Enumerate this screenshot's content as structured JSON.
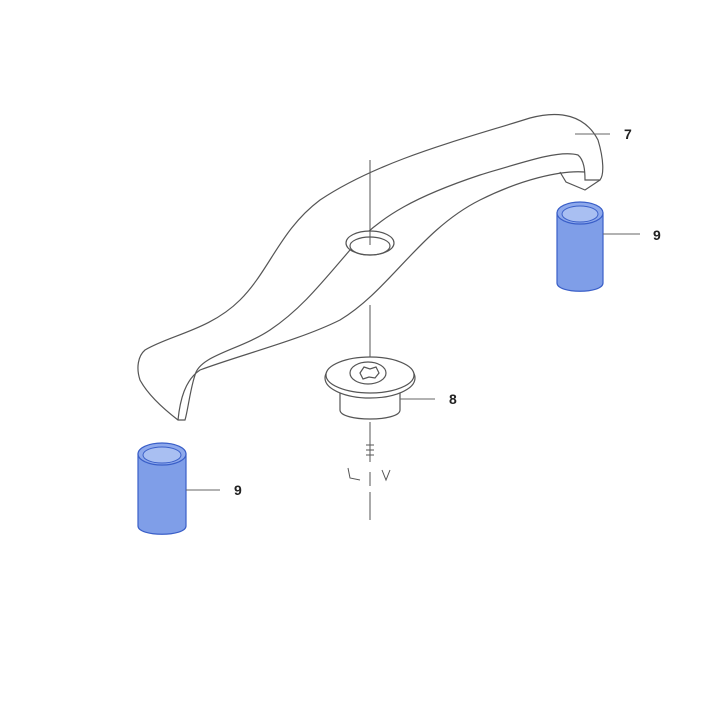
{
  "diagram": {
    "type": "exploded parts diagram",
    "colors": {
      "line": "#555555",
      "highlight_fill": "#7f9ee8",
      "highlight_stroke": "#3a5fc8",
      "leader": "#666666"
    },
    "parts": [
      {
        "id": "blade",
        "callout": "7",
        "description": "two-tooth curved blade with center hole"
      },
      {
        "id": "bolt",
        "callout": "8",
        "description": "flanged screw with torx head"
      },
      {
        "id": "sleeve-right",
        "callout": "9",
        "description": "cylindrical sleeve (highlighted)"
      },
      {
        "id": "sleeve-left",
        "callout": "9",
        "description": "cylindrical sleeve (highlighted)"
      }
    ]
  },
  "labels": {
    "blade": "7",
    "bolt": "8",
    "sleeve_right": "9",
    "sleeve_left": "9"
  }
}
